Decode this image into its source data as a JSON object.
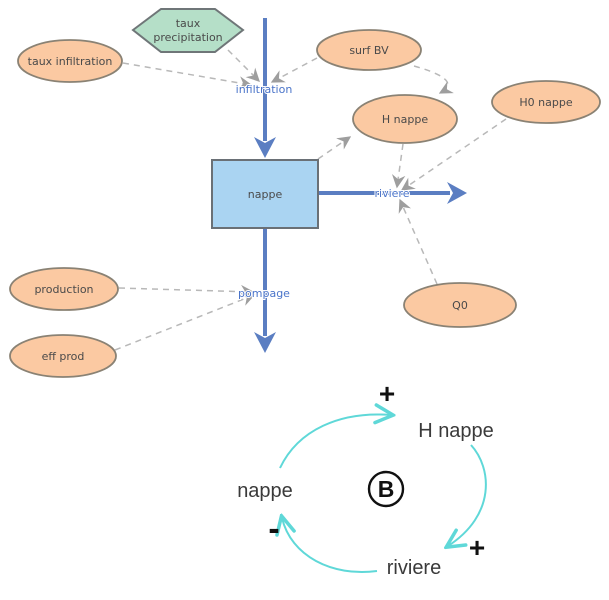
{
  "stock_flow": {
    "converter_hex": {
      "line1": "taux",
      "line2": "precipitation"
    },
    "aux": [
      {
        "label": "taux infiltration"
      },
      {
        "label": "surf BV"
      },
      {
        "label": "H nappe"
      },
      {
        "label": "H0 nappe"
      },
      {
        "label": "production"
      },
      {
        "label": "eff prod"
      },
      {
        "label": "Q0"
      }
    ],
    "stock": {
      "label": "nappe"
    },
    "flows": [
      {
        "label": "infiltration",
        "direction": "into-stock-from-top"
      },
      {
        "label": "riviere",
        "direction": "out-of-stock-right"
      },
      {
        "label": "pompage",
        "direction": "out-of-stock-bottom"
      }
    ],
    "links": [
      {
        "from": "taux infiltration",
        "to": "infiltration"
      },
      {
        "from": "taux precipitation",
        "to": "infiltration"
      },
      {
        "from": "surf BV",
        "to": "infiltration"
      },
      {
        "from": "surf BV",
        "to": "H nappe"
      },
      {
        "from": "nappe",
        "to": "H nappe"
      },
      {
        "from": "H nappe",
        "to": "riviere"
      },
      {
        "from": "H0 nappe",
        "to": "riviere"
      },
      {
        "from": "Q0",
        "to": "riviere"
      },
      {
        "from": "production",
        "to": "pompage"
      },
      {
        "from": "eff prod",
        "to": "pompage"
      }
    ]
  },
  "causal_loop": {
    "loop_label": "B",
    "nodes": [
      {
        "label": "H nappe"
      },
      {
        "label": "nappe"
      },
      {
        "label": "riviere"
      }
    ],
    "signs": [
      {
        "text": "+",
        "position": "top-near-H-nappe"
      },
      {
        "text": "+",
        "position": "right-near-riviere"
      },
      {
        "text": "-",
        "position": "left-near-nappe"
      }
    ],
    "edges": [
      {
        "from": "nappe",
        "to": "H nappe",
        "sign": "+"
      },
      {
        "from": "H nappe",
        "to": "riviere",
        "sign": "+"
      },
      {
        "from": "riviere",
        "to": "nappe",
        "sign": "-"
      }
    ]
  },
  "colors": {
    "flow_blue": "#5b7ec2",
    "flow_label_blue": "#4a74c9",
    "ellipse_fill": "#fbc9a2",
    "ellipse_stroke": "#8a8274",
    "hex_fill": "#b5dfc8",
    "hex_stroke": "#6f7678",
    "stock_fill": "#aad4f2",
    "stock_stroke": "#6a7076",
    "connector_gray": "#b8b8b8",
    "arrowhead_gray": "#9e9e9e",
    "loop_cyan": "#5fd8d8"
  }
}
